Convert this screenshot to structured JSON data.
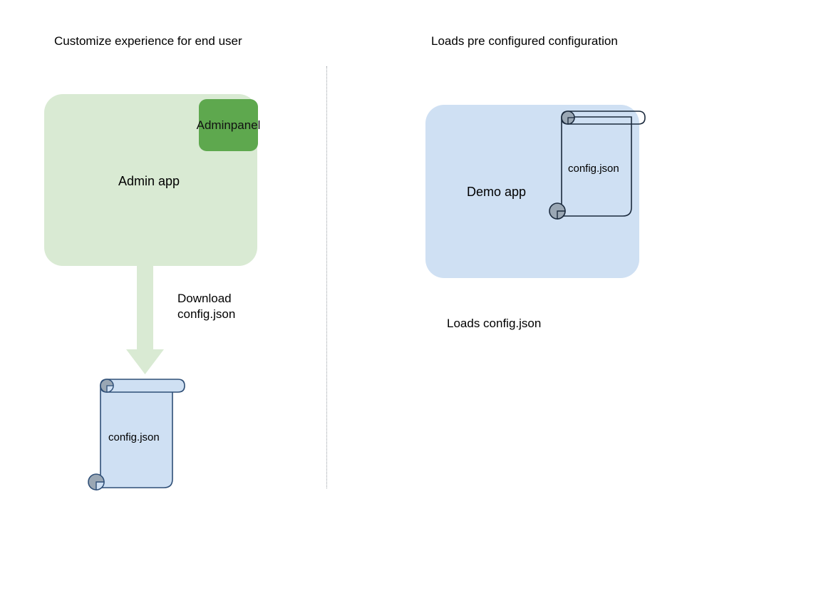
{
  "diagram": {
    "left_column": {
      "title": "Customize experience for end user",
      "app": {
        "label": "Admin app",
        "fill": "#d9ead3",
        "badge": {
          "line1": "Admin",
          "line2": "panel",
          "fill": "#5ea84e"
        }
      },
      "arrow": {
        "label_line1": "Download",
        "label_line2": "config.json",
        "fill": "#d9ead3"
      },
      "document": {
        "label": "config.json",
        "fill": "#cfe0f3",
        "stroke": "#2f4f77",
        "roll_fill": "#9aa7b4"
      }
    },
    "right_column": {
      "title": "Loads pre configured configuration",
      "app": {
        "label": "Demo app",
        "fill": "#cfe0f3"
      },
      "document": {
        "label": "config.json",
        "fill": "transparent",
        "stroke": "#1b2a3d",
        "roll_fill": "#9aa7b4"
      },
      "caption": "Loads config.json"
    },
    "divider": {
      "style": "dotted",
      "color": "#9aa0a6"
    }
  }
}
